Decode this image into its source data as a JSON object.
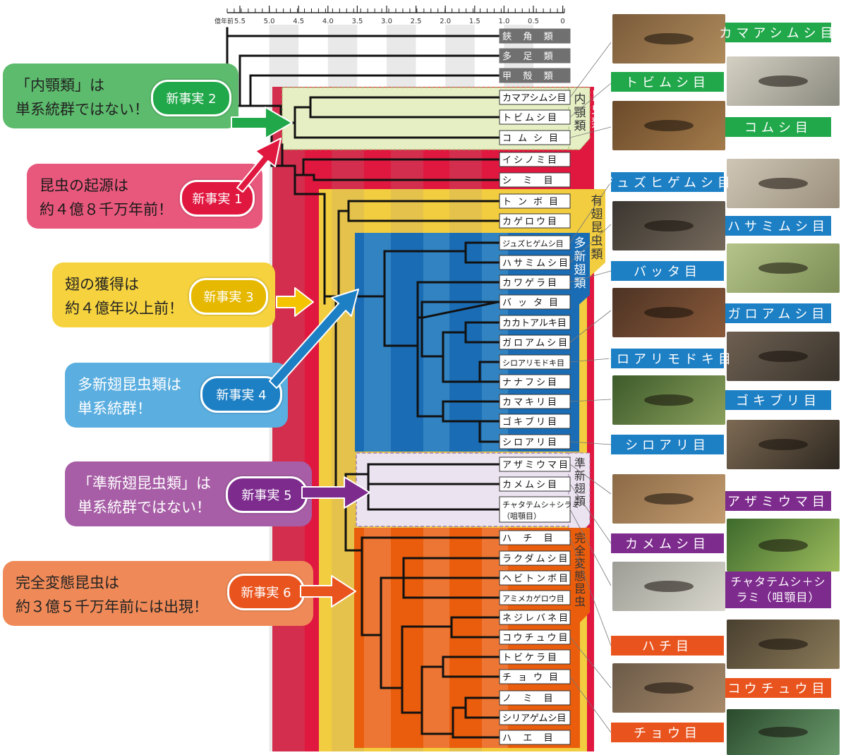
{
  "axis": {
    "unit_label": "億年前",
    "ticks": [
      "5.5",
      "5.0",
      "4.5",
      "4.0",
      "3.5",
      "3.0",
      "2.5",
      "2.0",
      "1.5",
      "1.0",
      "0.5",
      "0"
    ]
  },
  "outgroups": [
    "鋏角類",
    "多足類",
    "甲殻類"
  ],
  "taxa": [
    "カマアシムシ目",
    "トビムシ目",
    "コムシ目",
    "イシノミ目",
    "シミ目",
    "トンボ目",
    "カゲロウ目",
    "ジュズヒゲムシ目",
    "ハサミムシ目",
    "カワゲラ目",
    "バッタ目",
    "カカトアルキ目",
    "ガロアムシ目",
    "シロアリモドキ目",
    "ナナフシ目",
    "カマキリ目",
    "ゴキブリ目",
    "シロアリ目",
    "アザミウマ目",
    "カメムシ目",
    "チャタテムシ＋シラミ（咀顎目）",
    "ハチ目",
    "ラクダムシ目",
    "ヘビトンボ目",
    "アミメカゲロウ目",
    "ネジレバネ目",
    "コウチュウ目",
    "トビケラ目",
    "チョウ目",
    "ノミ目",
    "シリアゲムシ目",
    "ハエ目"
  ],
  "groups": {
    "insects": "昆虫類",
    "entognatha": "内顎類",
    "pterygota": "有翅昆虫類",
    "polyneoptera": "多新翅類",
    "paraneoptera": "準新翅類",
    "holometabola": "完全変態昆虫"
  },
  "callouts": [
    {
      "line1": "「内顎類」は",
      "line2": "単系統群ではない！",
      "badge": "新事実 2",
      "color": "#5cbb6c"
    },
    {
      "line1": "昆虫の起源は",
      "line2": "約４億８千万年前！",
      "badge": "新事実 1",
      "color": "#e8587c"
    },
    {
      "line1": "翅の獲得は",
      "line2": "約４億年以上前！",
      "badge": "新事実 3",
      "color": "#f5d23e"
    },
    {
      "line1": "多新翅昆虫類は",
      "line2": "単系統群！",
      "badge": "新事実 4",
      "color": "#5aaee0"
    },
    {
      "line1": "「準新翅昆虫類」は",
      "line2": "単系統群ではない！",
      "badge": "新事実 5",
      "color": "#a75ea6"
    },
    {
      "line1": "完全変態昆虫は",
      "line2": "約３億５千万年前には出現！",
      "badge": "新事実 6",
      "color": "#ef8a58"
    }
  ],
  "photo_labels": [
    "カマアシムシ目",
    "トビムシ目",
    "コムシ目",
    "ジュズヒゲムシ目",
    "ハサミムシ目",
    "バッタ目",
    "ガロアムシ目",
    "シロアリモドキ目",
    "ゴキブリ目",
    "シロアリ目",
    "アザミウマ目",
    "カメムシ目",
    "チャタテムシ＋シラミ（咀顎目）",
    "ハチ目",
    "コウチュウ目",
    "チョウ目"
  ],
  "colors": {
    "green": "#21a84a",
    "blue": "#1d7fc4",
    "purple": "#7e2b8e",
    "orange": "#e9541e",
    "insect_red": "#e0173f",
    "pterygota_yellow": "#f5c400",
    "poly_blue": "#1a6db5",
    "holo_orange": "#ea5d0c",
    "para_purple": "#a783b9"
  }
}
